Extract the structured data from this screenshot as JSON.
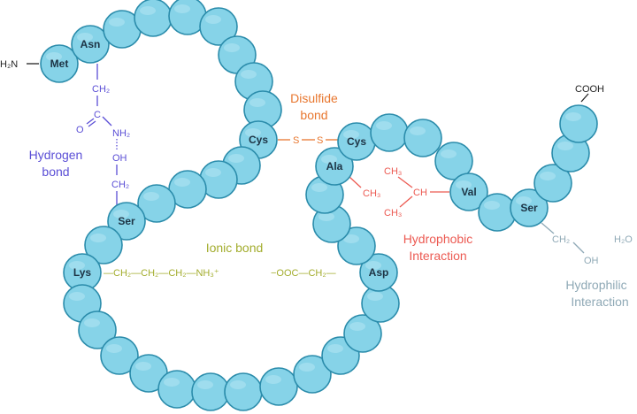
{
  "title": "Protein tertiary structure interactions",
  "residues": {
    "met": "Met",
    "asn": "Asn",
    "cys1": "Cys",
    "ser1": "Ser",
    "lys": "Lys",
    "asp": "Asp",
    "ala": "Ala",
    "cys2": "Cys",
    "val": "Val",
    "ser2": "Ser"
  },
  "termini": {
    "n": "H₂N",
    "c": "COOH"
  },
  "hydrogen_bond": {
    "label_line1": "Hydrogen",
    "label_line2": "bond",
    "ch2_a": "CH₂",
    "c": "C",
    "o": "O",
    "nh2": "NH₂",
    "oh": "OH",
    "ch2_b": "CH₂"
  },
  "disulfide_bond": {
    "label_line1": "Disulfide",
    "label_line2": "bond",
    "s1": "S",
    "s2": "S"
  },
  "ionic_bond": {
    "label": "Ionic bond",
    "lys_chain": "—CH₂—CH₂—CH₂—NH₃⁺",
    "asp_chain": "−OOC—CH₂—"
  },
  "hydrophobic": {
    "label_line1": "Hydrophobic",
    "label_line2": "Interaction",
    "ala_ch3": "CH₃",
    "ch3_top": "CH₃",
    "ch": "CH",
    "ch3_bottom": "CH₃"
  },
  "hydrophilic": {
    "label_line1": "Hydrophilic",
    "label_line2": "Interaction",
    "ch2": "CH₂",
    "oh": "OH",
    "water": "H₂O"
  },
  "colors": {
    "bead": "#86d3e8",
    "bead_stroke": "#2b8cab",
    "hydrogen": "#5b4fd6",
    "disulfide": "#e8772f",
    "hydrophobic": "#ec5a52",
    "ionic": "#a3ad2e",
    "hydrophilic": "#8fa9b6"
  }
}
